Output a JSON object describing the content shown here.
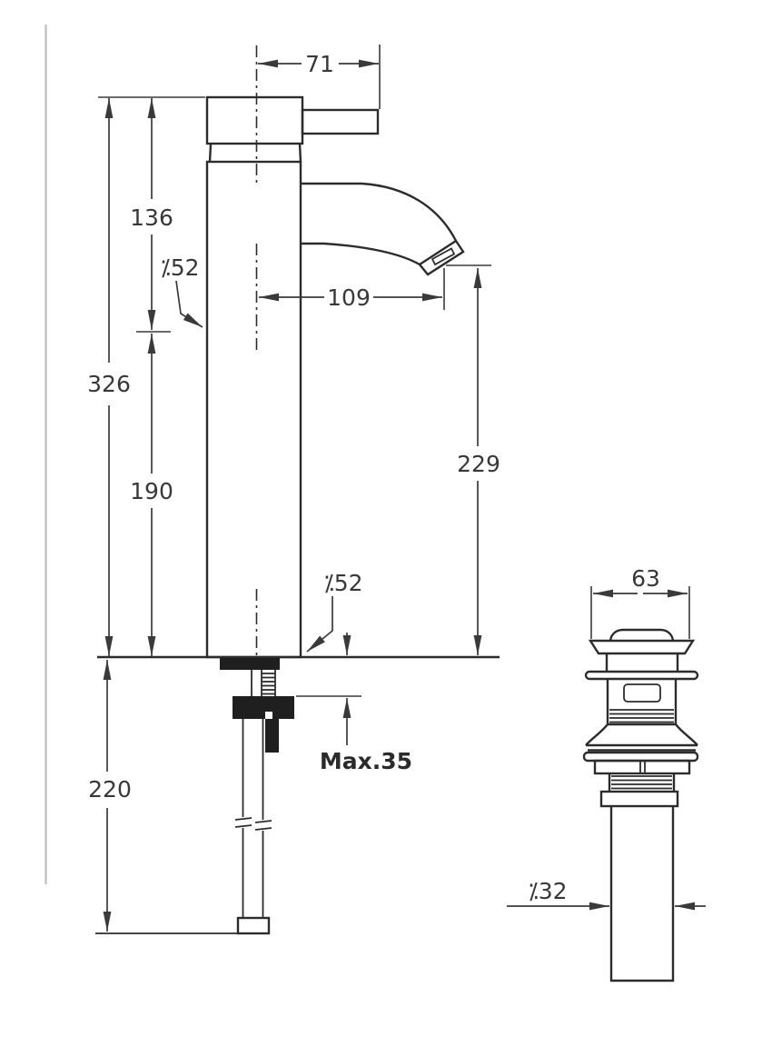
{
  "colors": {
    "ink": "#2c2c2c",
    "dimension_ink": "#3a3a3a",
    "scan_artifact_line": "#b8b8b8",
    "background": "#ffffff"
  },
  "faucet_view": {
    "dims": {
      "handle_reach": "71",
      "upper_height": "136",
      "overall_height": "326",
      "lower_height": "190",
      "spout_reach": "109",
      "outlet_height": "229",
      "under_deck_length": "220",
      "max_deck": "Max.35",
      "diameter_upper": "⁒52",
      "diameter_lower": "⁒52"
    }
  },
  "waste_view": {
    "dims": {
      "flange_diameter": "63",
      "tailpipe_diameter": "⁒32"
    }
  }
}
